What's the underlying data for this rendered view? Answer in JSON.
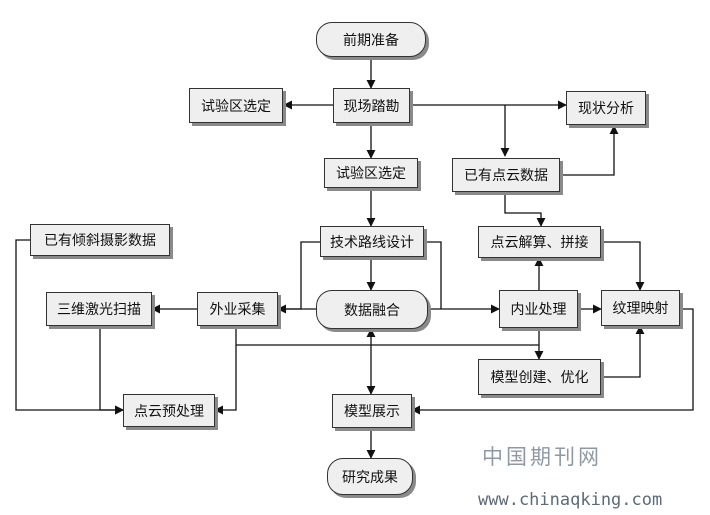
{
  "nodes": {
    "prep": "前期准备",
    "survey": "现场踏勘",
    "site_select_left": "试验区选定",
    "site_select_center": "试验区选定",
    "status_analysis": "现状分析",
    "existing_pointcloud": "已有点云数据",
    "tech_route": "技术路线设计",
    "pointcloud_solve": "点云解算、拼接",
    "existing_oblique": "已有倾斜摄影数据",
    "laser_scan": "三维激光扫描",
    "field_collect": "外业采集",
    "data_fusion": "数据融合",
    "office_process": "内业处理",
    "texture_map": "纹理映射",
    "model_build": "模型创建、优化",
    "pointcloud_preprocess": "点云预处理",
    "model_show": "模型展示",
    "results": "研究成果"
  },
  "watermark": {
    "cn": "中国期刊网",
    "url": "www.chinaqking.com"
  }
}
